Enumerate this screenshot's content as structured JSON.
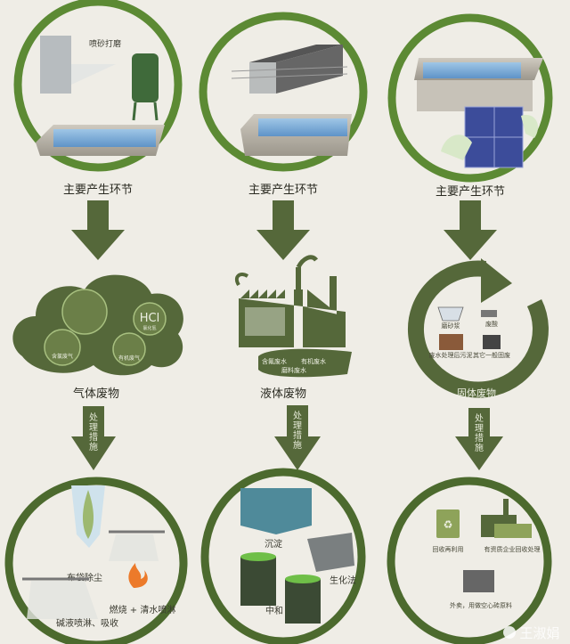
{
  "columns": [
    {
      "source_label": "主要产生环节",
      "source_annotation": "喷砂打磨",
      "waste_label": "气体废物",
      "waste_items": [
        "含氯废气",
        "有机废气"
      ],
      "waste_badge": "HCl",
      "waste_badge_sub": "氯化氢",
      "arrow_label": [
        "处",
        "理",
        "措",
        "施"
      ],
      "treatments": [
        "布袋除尘",
        "燃烧 + 清水喷淋",
        "碱液喷淋、吸收"
      ]
    },
    {
      "source_label": "主要产生环节",
      "waste_label": "液体废物",
      "waste_items": [
        "含氟废水",
        "有机废水",
        "磨料废水"
      ],
      "arrow_label": [
        "处",
        "理",
        "措",
        "施"
      ],
      "treatments": [
        "沉淀",
        "中和",
        "生化法"
      ]
    },
    {
      "source_label": "主要产生环节",
      "waste_label": "固体废物",
      "waste_items": [
        "磨砂浆",
        "废酸",
        "废水处理后污泥",
        "其它一般固废"
      ],
      "arrow_label": [
        "处",
        "理",
        "措",
        "施"
      ],
      "treatments": [
        "回收再利用",
        "有资质企业回收处理",
        "外卖，用做空心砖原料"
      ]
    }
  ],
  "watermark": "王淑娟",
  "colors": {
    "ring": "#5c8a34",
    "arrow": "#55683a",
    "background": "#efede6"
  }
}
